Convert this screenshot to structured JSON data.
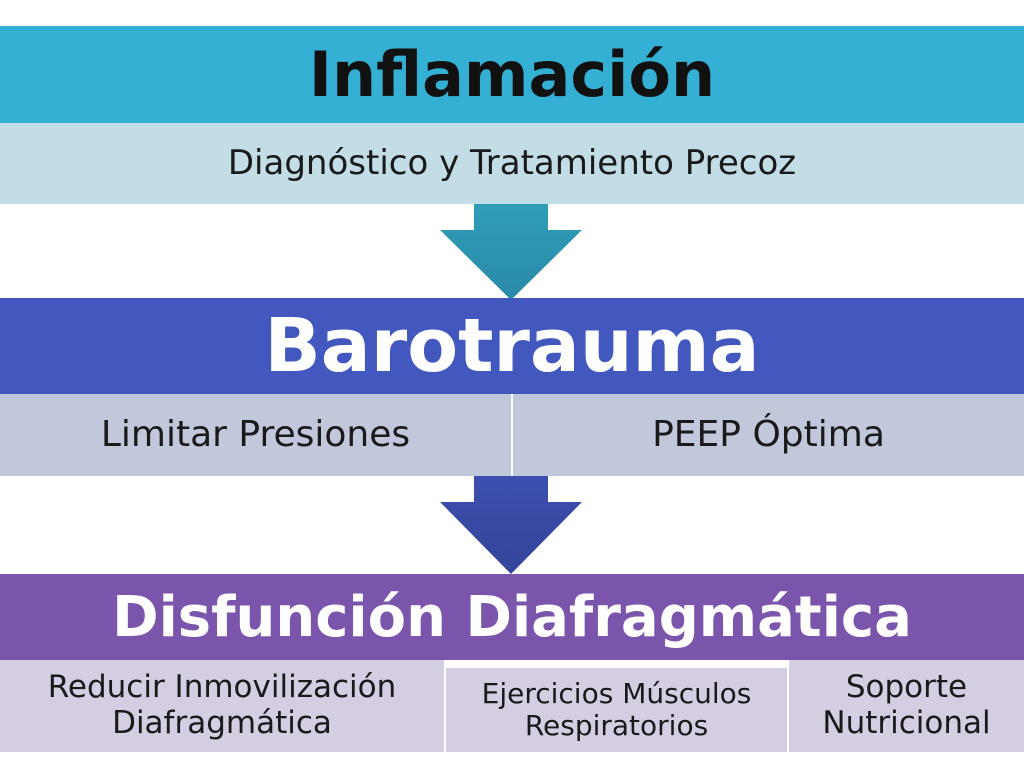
{
  "steps": [
    {
      "title": "Inflamación",
      "items": [
        "Diagnóstico y Tratamiento Precoz"
      ]
    },
    {
      "title": "Barotrauma",
      "items": [
        "Limitar Presiones",
        "PEEP Óptima"
      ]
    },
    {
      "title": "Disfunción Diafragmática",
      "items": [
        {
          "line1": "Reducir Inmovilización",
          "line2": "Diafragmática"
        },
        {
          "line1": "Ejercicios Músculos",
          "line2": "Respiratorios"
        },
        {
          "line1": "Soporte",
          "line2": "Nutricional"
        }
      ]
    }
  ],
  "colors": {
    "step1_band": "#33b0d4",
    "step1_sub": "#c3dde6",
    "step2_band": "#4358bf",
    "step2_sub": "#c2c8dc",
    "step3_band": "#7a55ab",
    "step3_sub": "#d5cde2",
    "arrow1": "#2f9db8",
    "arrow2": "#3d4fae"
  }
}
